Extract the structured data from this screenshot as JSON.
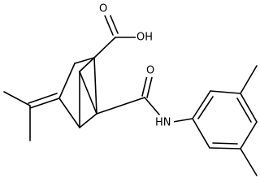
{
  "molecule": {
    "atom_labels": {
      "carboxyl_oh": "OH",
      "carboxyl_o": "O",
      "amide_o": "O",
      "amide_nh": "HN"
    },
    "colors": {
      "bond": "#000000",
      "label": "#000000",
      "background": "#ffffff"
    }
  }
}
